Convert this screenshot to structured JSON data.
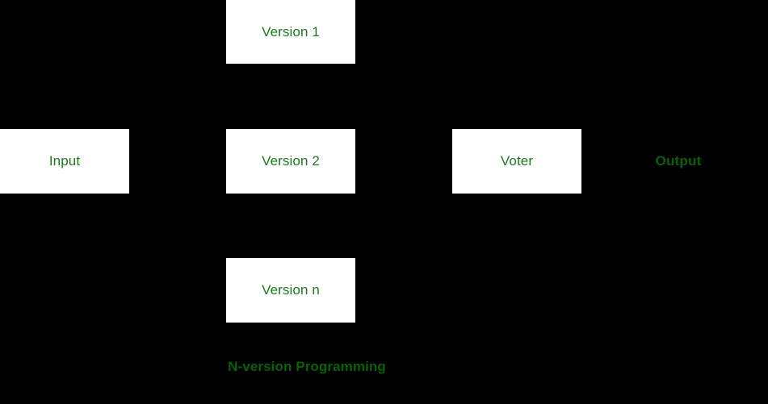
{
  "diagram": {
    "caption": "N-version Programming",
    "background_color": "#000000",
    "box_fill_color": "#ffffff",
    "box_label_color": "#1a7a1a",
    "caption_color": "#066306",
    "nodes": [
      {
        "id": "version-1",
        "label": "Version 1"
      },
      {
        "id": "input",
        "label": "Input"
      },
      {
        "id": "version-2",
        "label": "Version 2"
      },
      {
        "id": "voter",
        "label": "Voter"
      },
      {
        "id": "version-n",
        "label": "Version n"
      }
    ],
    "free_labels": [
      {
        "id": "output",
        "label": "Output"
      }
    ]
  }
}
